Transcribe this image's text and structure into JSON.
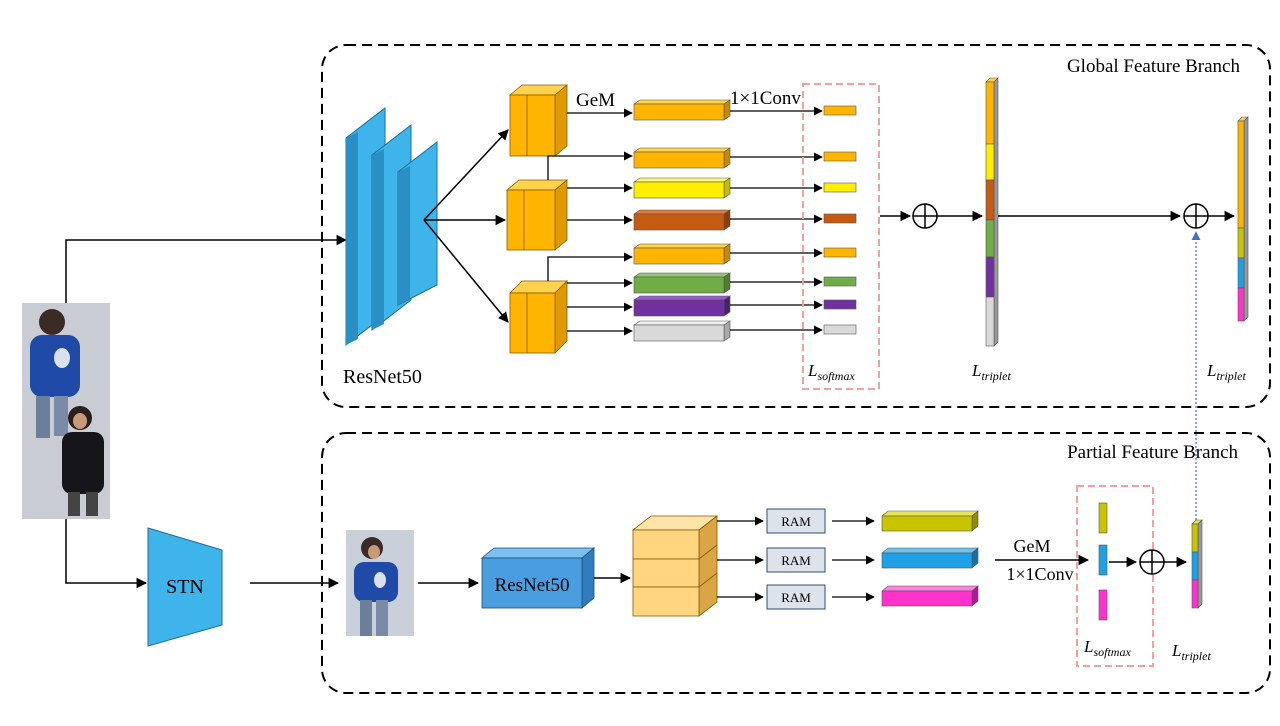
{
  "global_branch": {
    "title": "Global Feature Branch",
    "backbone_label": "ResNet50",
    "pool_label": "GeM",
    "conv_label": "1×1Conv",
    "softmax_loss": {
      "base": "L",
      "sub": "softmax"
    },
    "triplet_loss": {
      "base": "L",
      "sub": "triplet"
    },
    "final_triplet_loss": {
      "base": "L",
      "sub": "triplet"
    },
    "fusion_symbol": "⊕"
  },
  "partial_branch": {
    "title": "Partial Feature Branch",
    "stn_label": "STN",
    "backbone_label": "ResNet50",
    "ram_labels": [
      "RAM",
      "RAM",
      "RAM"
    ],
    "pool_label": "GeM",
    "conv_label": "1×1Conv",
    "softmax_loss": {
      "base": "L",
      "sub": "softmax"
    },
    "triplet_loss": {
      "base": "L",
      "sub": "triplet"
    },
    "fusion_symbol": "⊕"
  },
  "colors": {
    "resnet_blue": "#3fb4ea",
    "block_orange": "#ffb400",
    "yellow": "#ffee00",
    "rust": "#c55a11",
    "green": "#70ad47",
    "purple": "#7030a0",
    "grey": "#d9d9d9",
    "olive": "#c8c400",
    "cyan": "#1ea0e6",
    "magenta": "#ff33cc",
    "dashed_red": "#f4a0a0",
    "partial_resnet": "#4a9ee0",
    "stacked_tan": "#ffd580",
    "arrow_blue": "#4472c4"
  }
}
